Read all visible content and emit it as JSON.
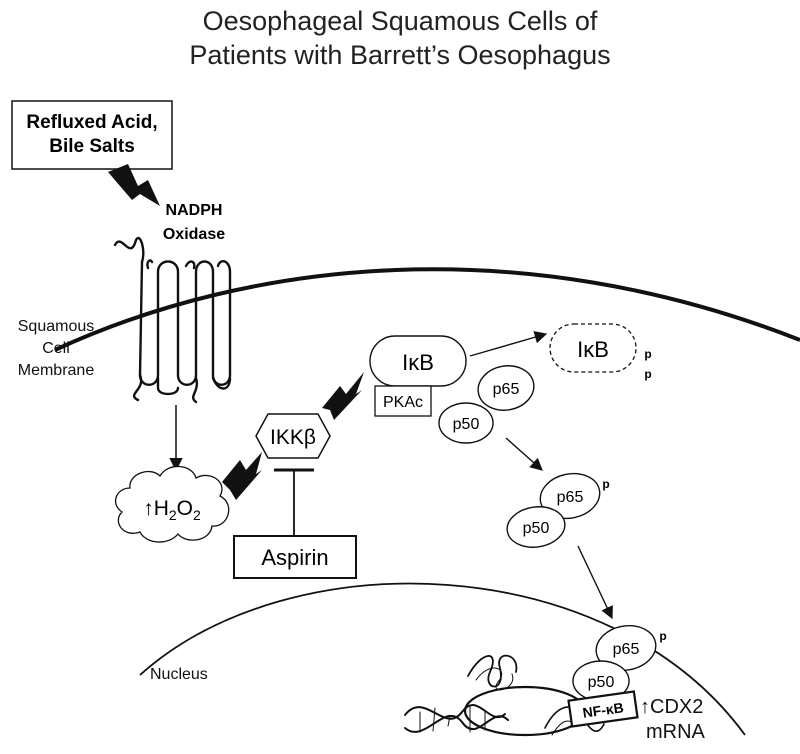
{
  "title": {
    "line1": "Oesophageal Squamous Cells of",
    "line2": "Patients with Barrett’s Oesophagus"
  },
  "stimulus": {
    "line1": "Refluxed Acid,",
    "line2": "Bile Salts"
  },
  "enzyme": {
    "line1": "NADPH",
    "line2": "Oxidase"
  },
  "membrane_label": {
    "line1": "Squamous",
    "line2": "Cell",
    "line3": "Membrane"
  },
  "ros": {
    "arrow": "↑",
    "prefix": "H",
    "sub1": "2",
    "mid": "O",
    "sub2": "2"
  },
  "kinase": "IKKβ",
  "inhibitor": "Aspirin",
  "ikb": "IκB",
  "pkac": "PKAc",
  "p65": "p65",
  "p50": "p50",
  "phospho": "p",
  "nucleus_label": "Nucleus",
  "nfkb": "NF-κB",
  "output": {
    "line1": "↑CDX2",
    "line2": "mRNA"
  }
}
